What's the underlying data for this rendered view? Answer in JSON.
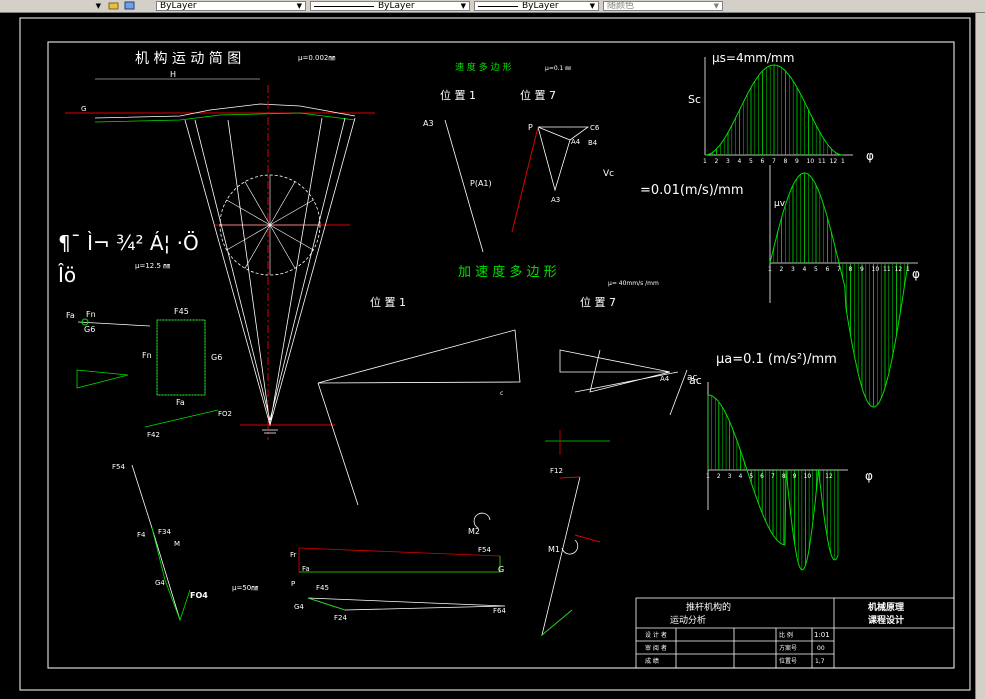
{
  "toolbar": {
    "layer1": "ByLayer",
    "layer2": "ByLayer",
    "layer3": "ByLayer",
    "color": "随颜色"
  },
  "mech": {
    "title": "机 构 运 动 简 图",
    "scale": "μ=0.002㎜",
    "h": "H",
    "g": "G",
    "garbled1": "¶¯ Ì¬ ¾² Á¦ ·Ö",
    "garbled2": "Îö",
    "mu_force": "μ=12.5 ㎜"
  },
  "velocity": {
    "title": "速 度 多 边 形",
    "scale": "μ=0.1 ㎜",
    "pos1": "位 置 1",
    "pos7": "位 置 7",
    "a3": "A3",
    "pa1": "P(A1)",
    "p": "P",
    "c6": "C6",
    "a4": "A4",
    "b4": "B4",
    "a3b": "A3",
    "vc": "Vc"
  },
  "accel": {
    "title": "加 速 度 多 边 形",
    "scale": "μ= 40mm/s  /mm",
    "pos1": "位 置 1",
    "pos7": "位 置 7",
    "a4": "A4",
    "ac": "ac",
    "c": "c"
  },
  "forces": {
    "fa": "Fa",
    "fn": "Fn",
    "g6": "G6",
    "f45": "F45",
    "fn2": "Fn",
    "g6b": "G6",
    "fa2": "Fa",
    "f42": "F42",
    "fo2": "FO2",
    "f54": "F54",
    "f4": "F4",
    "f34": "F34",
    "m": "M",
    "g4": "G4",
    "fo4": "FO4",
    "mu50": "μ=50㎜",
    "fr": "Fr",
    "fa3": "Fa",
    "f54b": "F54",
    "g": "G",
    "p": "P",
    "f45b": "F45",
    "g4b": "G4",
    "f24": "F24",
    "f64": "F64",
    "f12": "F12",
    "m2": "M2",
    "m1": "M1"
  },
  "curves": {
    "mu_s": "μs=4mm/mm",
    "sc": "Sc",
    "phi": "φ",
    "mu_v": "=0.01(m/s)/mm",
    "mv": "μv",
    "mu_a": "μa=0.1 (m/s²)/mm",
    "ac": "ac",
    "ticks1": [
      "1",
      "2",
      "3",
      "4",
      "5",
      "6",
      "7",
      "8",
      "9",
      "10",
      "11",
      "12",
      "1"
    ],
    "ticks2": [
      "1",
      "2",
      "3",
      "4",
      "5",
      "6",
      "7",
      "8",
      "9",
      "10",
      "11",
      "12",
      "1"
    ],
    "ticks3": [
      "1",
      "2",
      "3",
      "4",
      "5",
      "6",
      "7",
      "8",
      "9",
      "10",
      "",
      "12"
    ]
  },
  "titleblock": {
    "title1": "推杆机构的",
    "title2": "运动分析",
    "course1": "机械原理",
    "course2": "课程设计",
    "r1": "设 计 者",
    "r2": "审 阅 者",
    "r3": "成    绩",
    "c1": "比 例",
    "c2": "方案号",
    "c3": "位置号",
    "v2": "00",
    "v3": "1,7",
    "num": "1:01",
    "sheet": "比 例"
  }
}
